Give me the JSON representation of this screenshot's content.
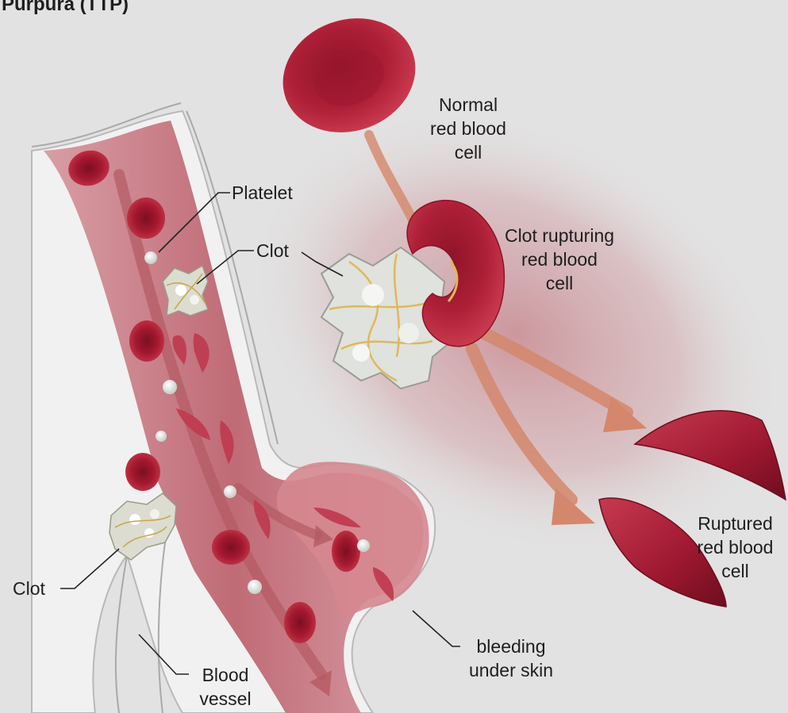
{
  "title": "Purpura (TTP)",
  "labels": {
    "normal_rbc": [
      "Normal",
      "red blood",
      "cell"
    ],
    "platelet": "Platelet",
    "clot_upper": "Clot",
    "clot_rupturing": [
      "Clot rupturing",
      "red blood",
      "cell"
    ],
    "ruptured_rbc": [
      "Ruptured",
      "red blood",
      "cell"
    ],
    "clot_lower": "Clot",
    "bleeding": [
      "bleeding",
      "under skin"
    ],
    "blood_vessel": [
      "Blood",
      "vessel"
    ]
  },
  "colors": {
    "background": "#e2e2e2",
    "vessel": "#c97f88",
    "red_blood_cell": "#a3182f",
    "platelet": "#eef0ee",
    "clot_fibrin": "#d9a43a",
    "flow_arrow": "#cf7a5e"
  }
}
